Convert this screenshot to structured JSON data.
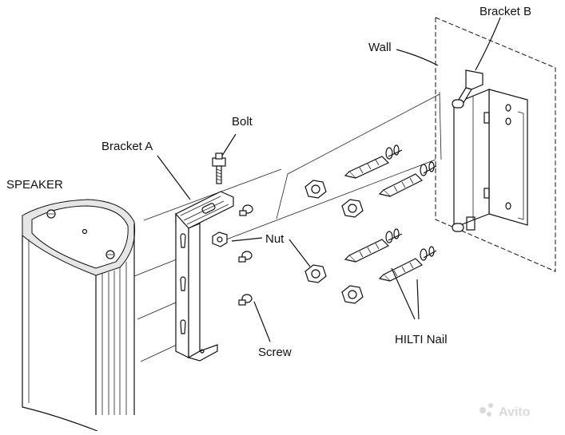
{
  "labels": {
    "speaker": "SPEAKER",
    "bracket_a": "Bracket A",
    "bracket_b": "Bracket B",
    "bolt": "Bolt",
    "wall": "Wall",
    "nut": "Nut",
    "screw": "Screw",
    "hilti_nail": "HILTI Nail"
  },
  "watermark": "Avito",
  "colors": {
    "line": "#111111",
    "background": "#ffffff",
    "wall_fill": "#ffffff",
    "watermark": "#d9d9d9"
  }
}
